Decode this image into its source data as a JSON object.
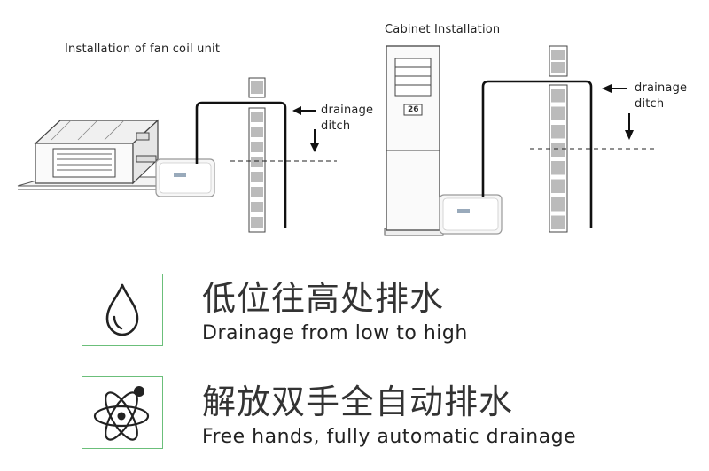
{
  "diagram": {
    "left_title": "Installation of fan coil unit",
    "right_title": "Cabinet Installation",
    "left_arrow_label_1": "drainage",
    "left_arrow_label_2": "ditch",
    "right_arrow_label_1": "drainage",
    "right_arrow_label_2": "ditch",
    "cabinet_display": "26"
  },
  "features": [
    {
      "title_zh": "低位往高处排水",
      "title_en": "Drainage from low to high",
      "icon": "water-drop-icon"
    },
    {
      "title_zh": "解放双手全自动排水",
      "title_en": "Free hands, fully automatic drainage",
      "icon": "atom-icon"
    }
  ],
  "colors": {
    "accent_border": "#6bbf7a",
    "line": "#111111",
    "brick": "#bbbbbb"
  }
}
